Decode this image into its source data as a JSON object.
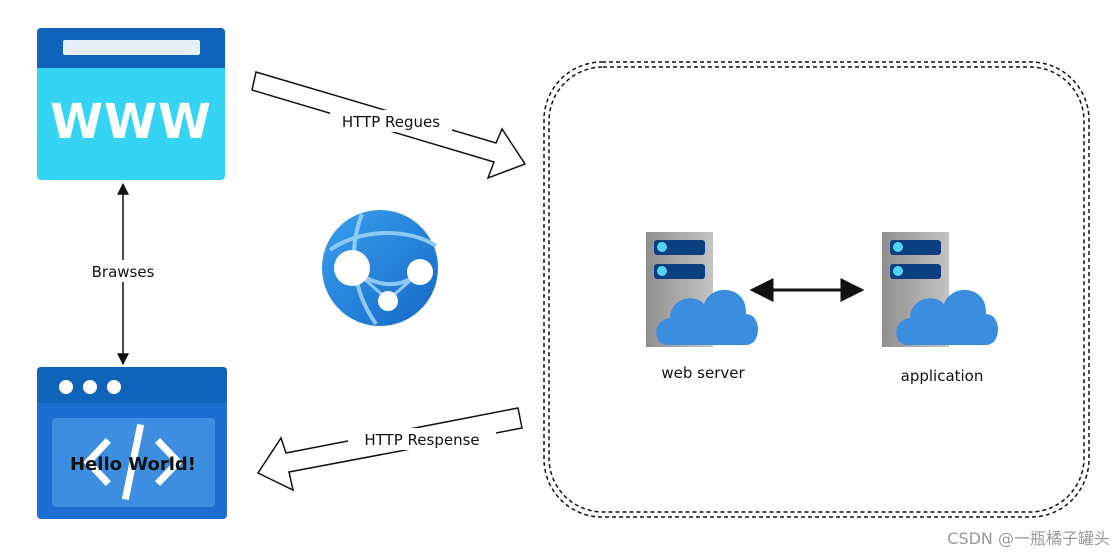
{
  "browser_top": {
    "label": "WWW"
  },
  "browser_bottom": {
    "label": "Hello World!"
  },
  "edges": {
    "request": "HTTP Regues",
    "response": "HTTP Respense",
    "browses": "Brawses"
  },
  "server_group": {
    "web_server": "web server",
    "application": "application"
  },
  "watermark": "CSDN @一瓶橘子罐头",
  "colors": {
    "www_bg": "#35d4f2",
    "window_bar": "#0f63b8",
    "window_body": "#1c6fd1",
    "window_inner": "#3d8ee0",
    "cloud": "#3b8de0",
    "server_gray": "#a9a9a9"
  },
  "icons": [
    "browser-www-icon",
    "browser-code-icon",
    "globe-network-icon",
    "server-cloud-icon"
  ]
}
